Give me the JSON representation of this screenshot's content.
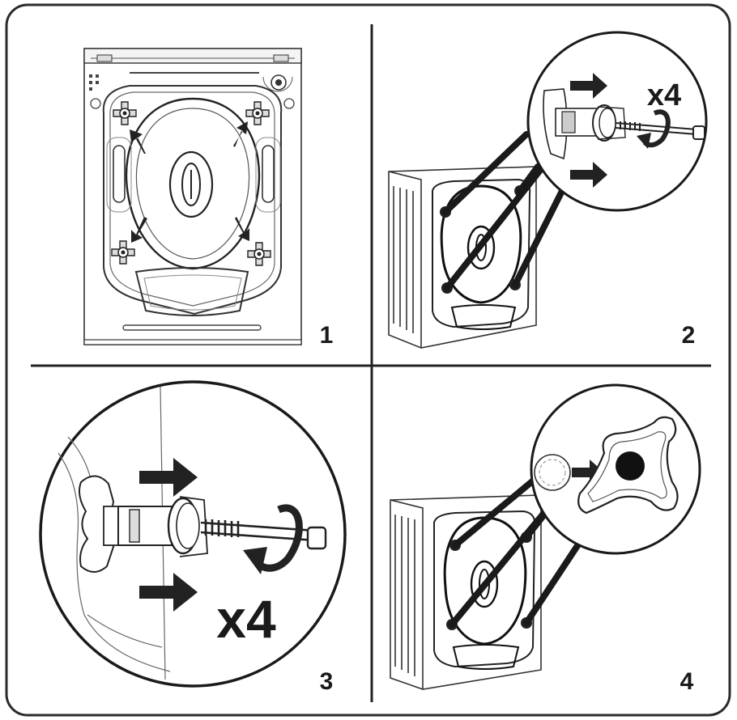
{
  "steps": [
    {
      "number": "1"
    },
    {
      "number": "2",
      "multiplier": "x4"
    },
    {
      "number": "3",
      "multiplier": "x4"
    },
    {
      "number": "4"
    }
  ],
  "icons": [
    "washing-machine-rear",
    "transit-bolt",
    "arrow",
    "rotate-arrow",
    "cover-cap"
  ],
  "colors": {
    "ink": "#1a1a1a",
    "frame": "#2b2b2b",
    "background": "#ffffff"
  }
}
